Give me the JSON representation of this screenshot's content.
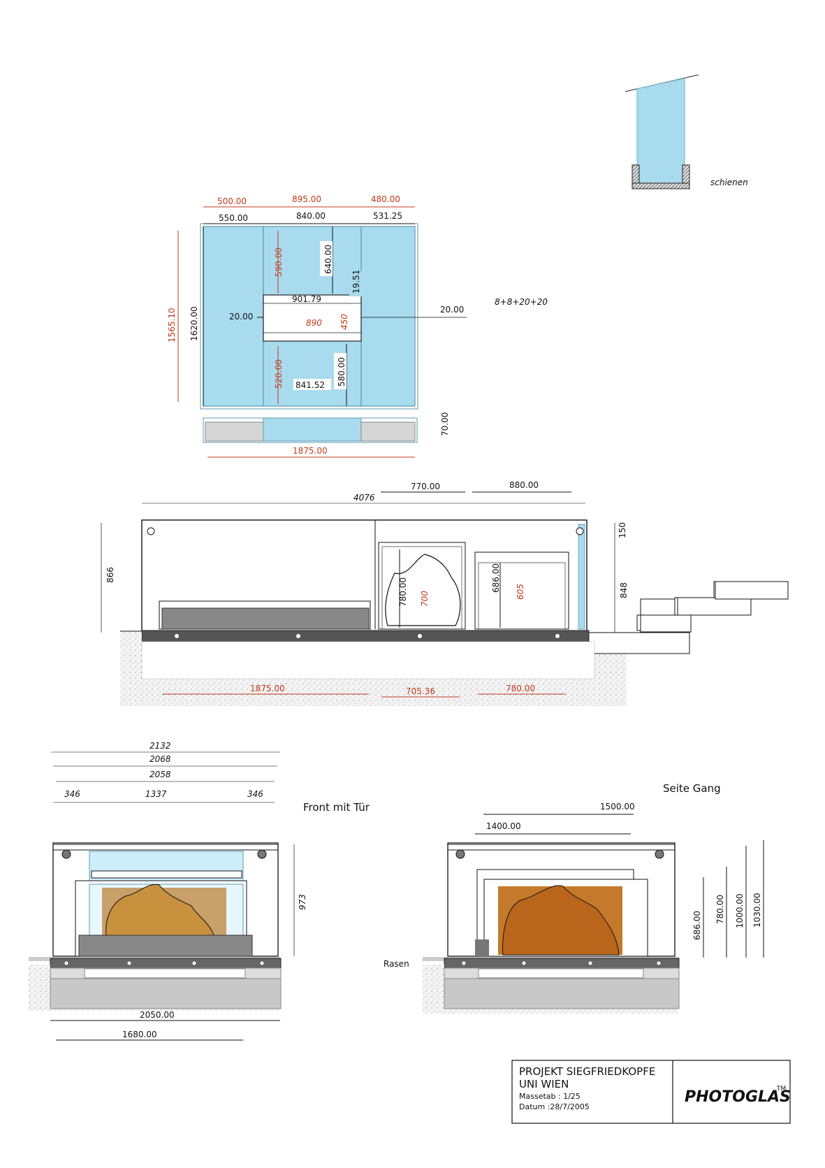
{
  "detail": {
    "label": "schienen"
  },
  "front_elevation": {
    "dims_top_red": [
      "500.00",
      "895.00",
      "480.00"
    ],
    "dims_top_black": [
      "550.00",
      "840.00",
      "531.25"
    ],
    "height_total_red": "1565.10",
    "height_total_black": "1620.00",
    "upper_red": "590.00",
    "upper_black": "640.00",
    "gap_small": "19.51",
    "opening_width_black": "901.79",
    "opening_width_red": "890",
    "opening_height_red": "450",
    "side_gap_left": "20.00",
    "side_gap_right": "20.00",
    "glass_spec": "8+8+20+20",
    "lower_red": "520.00",
    "lower_black": "580.00",
    "lower_width": "841.52",
    "base_height": "70.00",
    "base_width": "1875.00"
  },
  "section": {
    "total": "4076",
    "dim_770": "770.00",
    "dim_880": "880.00",
    "h_866": "866",
    "h_150": "150",
    "h_848": "848",
    "h_780": "780.00",
    "h_700": "700",
    "h_686": "686.00",
    "h_605": "605",
    "bottom_1875": "1875.00",
    "bottom_705": "705.36",
    "bottom_780": "780.00"
  },
  "front_door": {
    "title": "Front mit Tür",
    "w_2132": "2132",
    "w_2068": "2068",
    "w_2058": "2058",
    "w_346a": "346",
    "w_1337": "1337",
    "w_346b": "346",
    "h_973": "973",
    "w_2050": "2050.00",
    "w_1680": "1680.00"
  },
  "side_gang": {
    "title": "Seite Gang",
    "w_1500": "1500.00",
    "w_1400": "1400.00",
    "h_686": "686.00",
    "h_780": "780.00",
    "h_1000": "1000.00",
    "h_1030": "1030.00",
    "ground_label": "Rasen"
  },
  "title_block": {
    "project": "PROJEKT SIEGFRIEDKOPFE",
    "client": "UNI WIEN",
    "scale": "Massetab : 1/25",
    "date": "Datum :28/7/2005",
    "logo": "PHOTOGLAS",
    "trademark": "TM"
  },
  "colors": {
    "glass": "#a9dbee",
    "glass_dark": "#8fc2d6",
    "dim_red": "#c0391b",
    "stone_light": "#c8a06a",
    "stone_orange": "#c47a2a",
    "concrete": "#c8c8c8"
  }
}
